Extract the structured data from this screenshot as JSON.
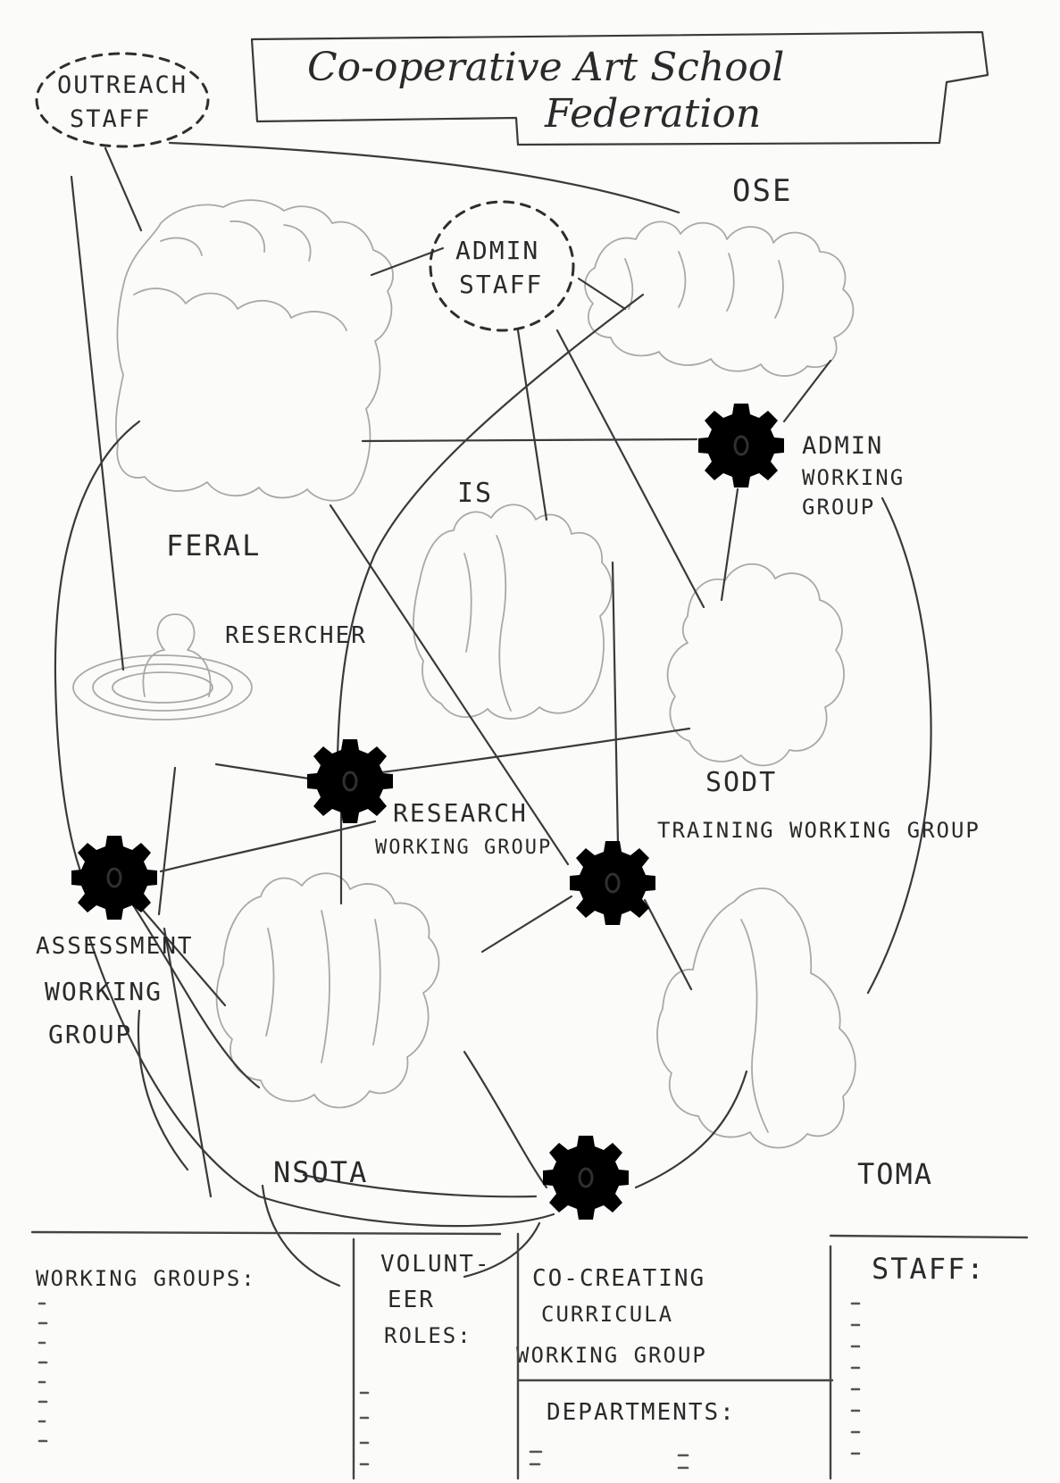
{
  "title": {
    "line1": "Co-operative Art School",
    "line2": "Federation"
  },
  "nodes": {
    "outreach_staff": {
      "line1": "OUTREACH",
      "line2": "STAFF"
    },
    "admin_staff": {
      "line1": "ADMIN",
      "line2": "STAFF"
    },
    "ose": "OSE",
    "feral": "FERAL",
    "is": "IS",
    "researcher": "RESERCHER",
    "sodt": "SODT",
    "nsota": "NSOTA",
    "toma": "TOMA"
  },
  "working_groups": {
    "admin": {
      "line1": "ADMIN",
      "line2": "WORKING",
      "line3": "GROUP"
    },
    "research": {
      "line1": "RESEARCH",
      "line2": "WORKING GROUP"
    },
    "training": "TRAINING WORKING GROUP",
    "assessment": {
      "line1": "ASSESSMENT",
      "line2": "WORKING",
      "line3": "GROUP"
    },
    "curricula": {
      "line1": "CO-CREATING",
      "line2": "CURRICULA",
      "line3": "WORKING GROUP"
    }
  },
  "legend": {
    "working_groups": "WORKING GROUPS:",
    "volunteer_roles": {
      "line1": "VOLUNT-",
      "line2": "EER",
      "line3": "ROLES:"
    },
    "departments": "DEPARTMENTS:",
    "staff": "STAFF:"
  }
}
